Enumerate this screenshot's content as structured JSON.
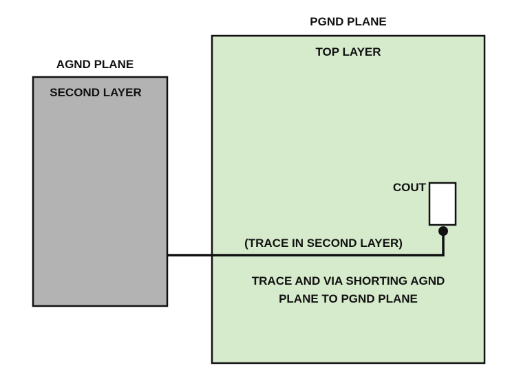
{
  "colors": {
    "agnd_plane_fill": "#b3b3b3",
    "pgnd_plane_fill": "#d6ebcc",
    "outline": "#111111",
    "background": "#ffffff"
  },
  "agnd_plane": {
    "title": "AGND PLANE",
    "layer_label": "SECOND LAYER"
  },
  "pgnd_plane": {
    "title": "PGND PLANE",
    "layer_label": "TOP LAYER"
  },
  "capacitor": {
    "label": "COUT"
  },
  "trace": {
    "label": "(TRACE IN SECOND LAYER)",
    "description_line1": "TRACE AND VIA SHORTING AGND",
    "description_line2": "PLANE TO PGND PLANE"
  }
}
